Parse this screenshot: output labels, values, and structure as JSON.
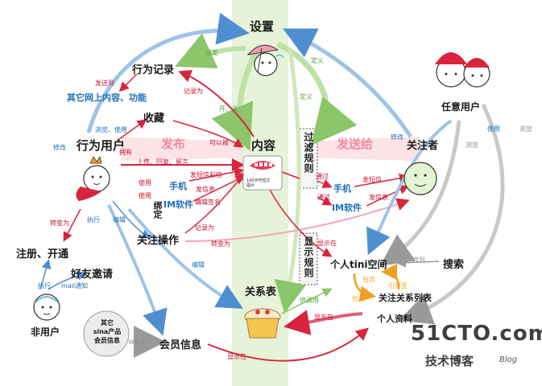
{
  "nodes": {
    "settings": "设置",
    "behavior_record": "行为记录",
    "other_content": "其它网上内容、功能",
    "favorite": "收藏",
    "behavior_user": "行为用户",
    "content": "内容",
    "follower": "关注者",
    "any_user": "任意用户",
    "filter_rule": "过滤规则",
    "display_rule": "显示规则",
    "mobile_left": "手机",
    "im_left": "IM软件",
    "bind": "绑定",
    "mobile_right": "手机",
    "im_right": "IM软件",
    "follow_op": "关注操作",
    "register": "注册、开通",
    "invite": "好友邀请",
    "non_user": "非用户",
    "relation_table": "关系表",
    "tini_space": "个人tini空间",
    "search": "搜索",
    "follow_list": "关注关系列表",
    "profile": "个人资料",
    "member_info": "会员信息",
    "other_sina": "其它\nsina产品\n会员信息",
    "publish": "发布",
    "send_to": "发送给"
  },
  "labels": {
    "set_top": "设定",
    "define_a": "定义",
    "define_b": "定义",
    "sent_to": "发送到",
    "record_as": "记录为",
    "switch": "开、关",
    "browse_use": "浏览、使用",
    "modify_left": "修改",
    "own": "拥有",
    "upload": "上传、回复、留言",
    "can_be": "可以被",
    "use_a": "使用",
    "use_b": "使用",
    "sms_color": "发短信彩信",
    "send_msg_left": "发信息",
    "edit_sign": "编辑签名",
    "via_a": "通过",
    "via_b": "通过",
    "send_sms": "发短信",
    "send_msg_right": "发信息",
    "modify_right": "修改",
    "use_right": "使用",
    "browse_r1": "浏览",
    "browse_r2": "浏览",
    "exec_a": "执行",
    "edit_a": "编辑",
    "convert_a": "转变为",
    "record_as2": "记录为",
    "convert_b": "转变为",
    "show_in_a": "显示在",
    "edit_b": "编辑",
    "find": "找到",
    "contain_a": "包含",
    "guide_to": "引导至",
    "contain_b": "包含",
    "call_for": "供调用",
    "show_in_b": "显示在",
    "exec_b": "执行",
    "mail_notify": "mail通知",
    "import": "导入",
    "show_in_c": "显示在",
    "phone_caption": "140字符短文\n图片"
  },
  "watermark": {
    "site": "51CTO.com",
    "blog_cn": "技术博客",
    "blog_en": "Blog"
  }
}
